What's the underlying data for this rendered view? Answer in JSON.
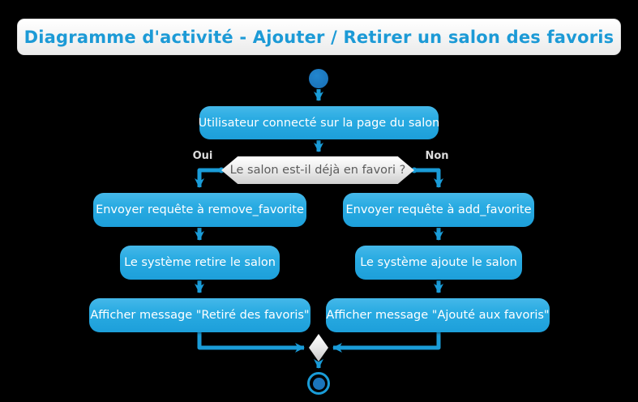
{
  "title": "Diagramme d'activité - Ajouter / Retirer un salon des favoris",
  "colors": {
    "background": "#000000",
    "action_box_blue": "#29abe2",
    "connector_blue": "#1a9cd8",
    "start_end_node_blue": "#1b75bc",
    "title_text_blue": "#1c9ad6",
    "decision_fill": "#ededed",
    "decision_text": "#5c5c5c",
    "branch_label_text": "#dcdcdc"
  },
  "diagram": {
    "initial_action": "Utilisateur connecté sur la page du salon",
    "decision_question": "Le salon est-il déjà en favori ?",
    "branch_yes": {
      "label": "Oui",
      "steps": [
        "Envoyer requête à remove_favorite",
        "Le système retire le salon",
        "Afficher message \"Retiré des favoris\""
      ]
    },
    "branch_no": {
      "label": "Non",
      "steps": [
        "Envoyer requête à add_favorite",
        "Le système ajoute le salon",
        "Afficher message \"Ajouté aux favoris\""
      ]
    }
  }
}
